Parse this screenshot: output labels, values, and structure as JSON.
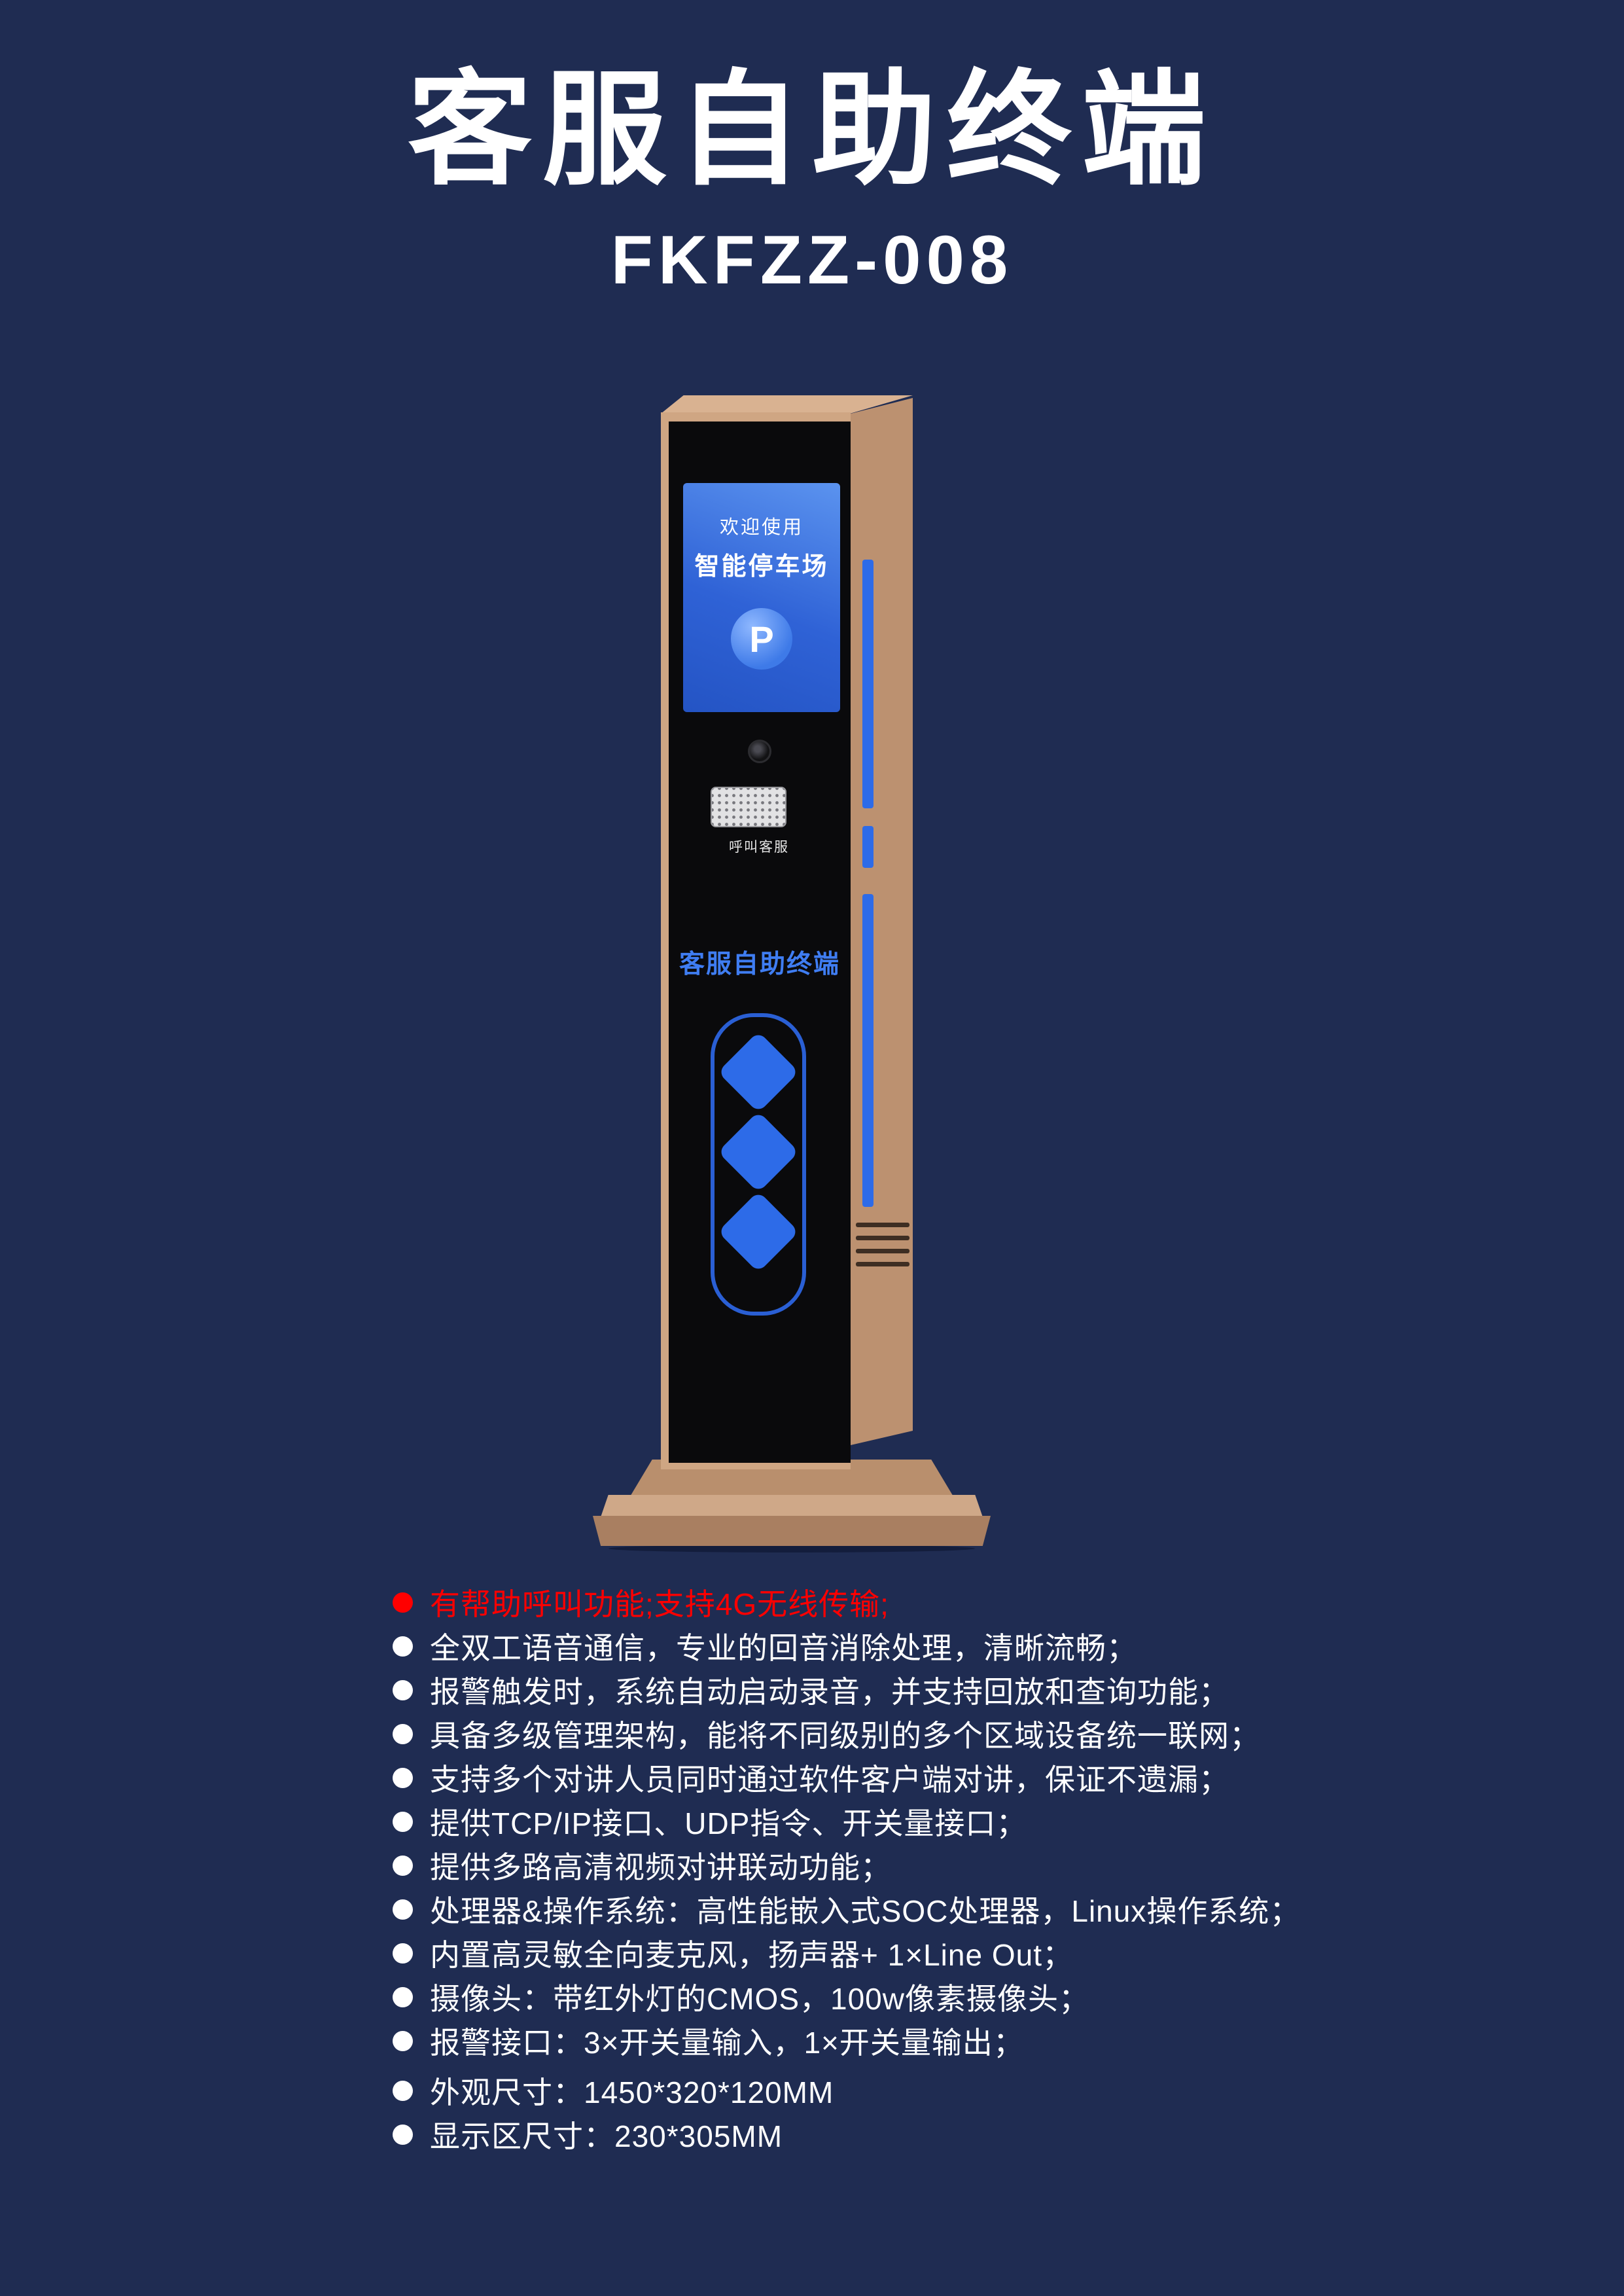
{
  "header": {
    "title": "客服自助终端",
    "model": "FKFZZ-008"
  },
  "kiosk": {
    "screen": {
      "line1": "欢迎使用",
      "line2": "智能停车场",
      "badge": "P"
    },
    "call_label": "呼叫客服",
    "panel_title": "客服自助终端"
  },
  "features": [
    {
      "text": "有帮助呼叫功能;支持4G无线传输;",
      "highlight": true
    },
    {
      "text": "全双工语音通信，专业的回音消除处理，清晰流畅；",
      "highlight": false
    },
    {
      "text": "报警触发时，系统自动启动录音，并支持回放和查询功能；",
      "highlight": false
    },
    {
      "text": "具备多级管理架构，能将不同级别的多个区域设备统一联网；",
      "highlight": false
    },
    {
      "text": "支持多个对讲人员同时通过软件客户端对讲，保证不遗漏；",
      "highlight": false
    },
    {
      "text": "提供TCP/IP接口、UDP指令、开关量接口；",
      "highlight": false
    },
    {
      "text": "提供多路高清视频对讲联动功能；",
      "highlight": false
    },
    {
      "text": "处理器&操作系统：高性能嵌入式SOC处理器，Linux操作系统；",
      "highlight": false
    },
    {
      "text": "内置高灵敏全向麦克风，扬声器+ 1×Line Out；",
      "highlight": false
    },
    {
      "text": "摄像头：带红外灯的CMOS，100w像素摄像头；",
      "highlight": false
    },
    {
      "text": "报警接口：3×开关量输入，1×开关量输出；",
      "highlight": false
    }
  ],
  "specs": [
    "外观尺寸：1450*320*120MM",
    "显示区尺寸：230*305MM"
  ],
  "colors": {
    "bg": "#1f2c52",
    "highlight": "#ff0000",
    "accent": "#2d6be8",
    "tan": "#c99e7d"
  }
}
